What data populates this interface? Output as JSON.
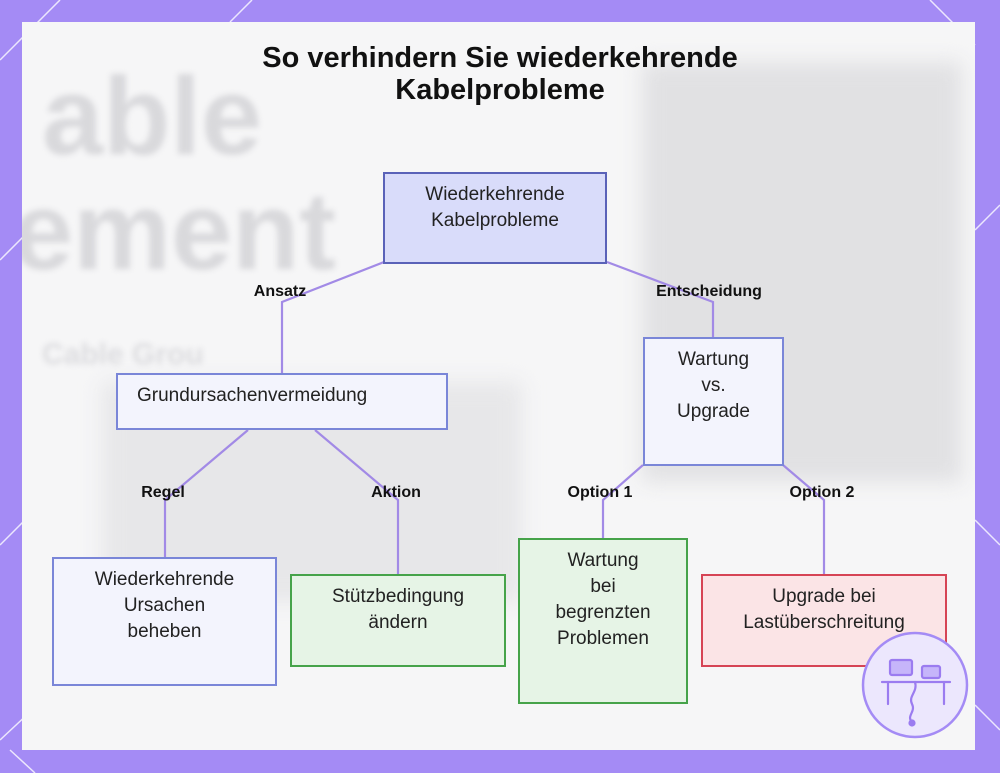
{
  "title": {
    "line1": "So verhindern Sie wiederkehrende",
    "line2": "Kabelprobleme"
  },
  "background_text": {
    "word1": "able",
    "word2": "ement",
    "word3": "Cable Grou"
  },
  "nodes": {
    "root": {
      "line1": "Wiederkehrende",
      "line2": "Kabelprobleme"
    },
    "root_cause": {
      "line1": "Grundursachenvermeidung"
    },
    "maint_vs_upgrade": {
      "line1": "Wartung",
      "line2": "vs.",
      "line3": "Upgrade"
    },
    "fix_causes": {
      "line1": "Wiederkehrende",
      "line2": "Ursachen",
      "line3": "beheben"
    },
    "change_support": {
      "line1": "Stützbedingung",
      "line2": "ändern"
    },
    "maintenance": {
      "line1": "Wartung",
      "line2": "bei",
      "line3": "begrenzten",
      "line4": "Problemen"
    },
    "upgrade": {
      "line1": "Upgrade bei",
      "line2": "Lastüberschreitung"
    }
  },
  "edge_labels": {
    "approach": "Ansatz",
    "decision": "Entscheidung",
    "rule": "Regel",
    "action": "Aktion",
    "option1": "Option 1",
    "option2": "Option 2"
  },
  "colors": {
    "frame": "#a48bf5",
    "edge": "#a28ae6",
    "root_fill": "#d9dcfa",
    "green_border": "#46a34a",
    "red_border": "#d64455"
  },
  "icons": {
    "logo": "workstation-logo-icon"
  }
}
